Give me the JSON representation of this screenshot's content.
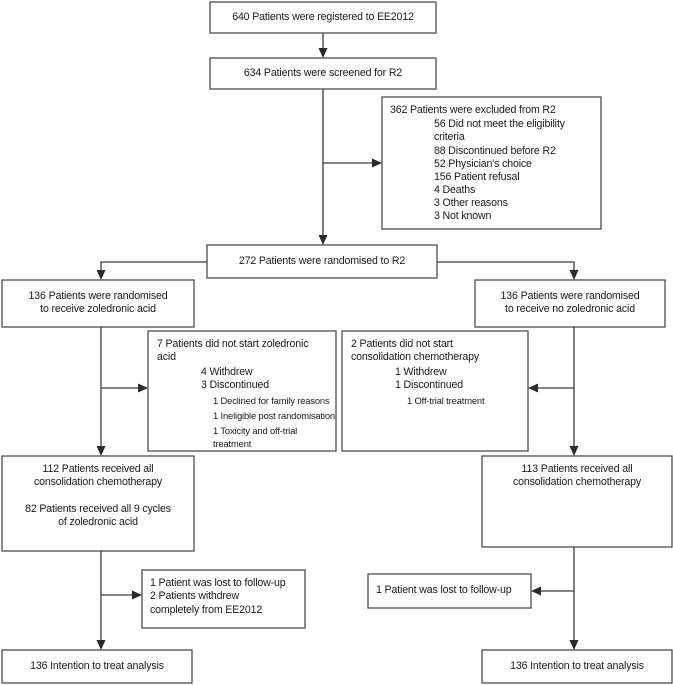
{
  "diagram": {
    "title": "EE2012 trial CONSORT flow diagram",
    "colors": {
      "box_stroke": "#4d4d4d",
      "connector": "#3a3a3a",
      "background": "#ffffff",
      "text": "#1a1a1a"
    },
    "nodes": {
      "registered": {
        "text": "640 Patients were registered to EE2012"
      },
      "screened": {
        "text": "634 Patients were screened for R2"
      },
      "excluded": {
        "heading": "362 Patients were excluded from R2",
        "reasons": [
          "56 Did not meet the eligibility criteria",
          "88 Discontinued before R2",
          "52 Physician's choice",
          "156 Patient refusal",
          "4 Deaths",
          "3 Other reasons",
          "3 Not known"
        ]
      },
      "randomised_r2": {
        "text": "272 Patients were randomised to R2"
      },
      "arm_left_alloc": {
        "text": "136 Patients were randomised\nto receive zoledronic acid"
      },
      "arm_right_alloc": {
        "text": "136 Patients were randomised\nto receive no zoledronic acid"
      },
      "left_not_started": {
        "heading": "7 Patients did not start zoledronic acid",
        "level1": [
          "4 Withdrew",
          "3 Discontinued"
        ],
        "level2": [
          "1 Declined for family reasons",
          "1 Ineligible post randomisation",
          "1 Toxicity and off-trial treatment"
        ]
      },
      "right_not_started": {
        "heading": "2 Patients did not start consolidation chemotherapy",
        "level1": [
          "1 Withdrew",
          "1 Discontinued"
        ],
        "level2": [
          "1 Off-trial treatment"
        ]
      },
      "left_received": {
        "line1": "112 Patients received all\nconsolidation chemotherapy",
        "line2": "82 Patients received all 9 cycles\nof zoledronic acid"
      },
      "right_received": {
        "text": "113 Patients received all\nconsolidation chemotherapy"
      },
      "left_lost": {
        "text": "1 Patient was lost to follow-up\n2 Patients withdrew\ncompletely from EE2012"
      },
      "right_lost": {
        "text": "1 Patient was lost to follow-up"
      },
      "left_itt": {
        "text": "136 Intention to treat analysis"
      },
      "right_itt": {
        "text": "136 Intention to treat analysis"
      }
    }
  }
}
